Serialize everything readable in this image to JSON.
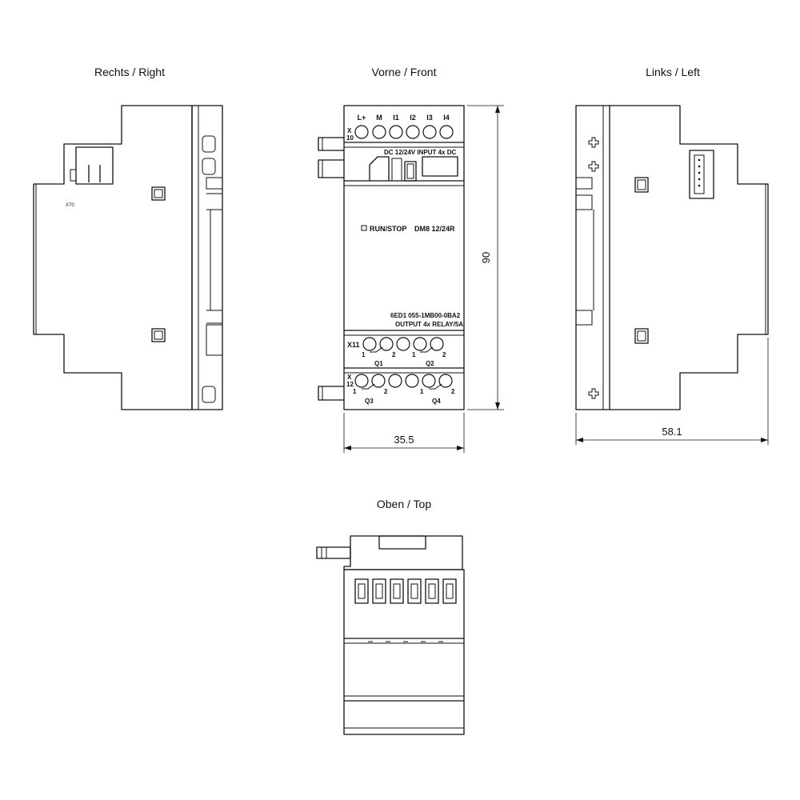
{
  "views": {
    "right": "Rechts / Right",
    "front": "Vorne / Front",
    "left": "Links / Left",
    "top": "Oben / Top"
  },
  "dimensions": {
    "height": "90",
    "width_front": "35.5",
    "depth": "58.1"
  },
  "front_panel": {
    "x10_label": "X\n10",
    "input_terminals": [
      "L+",
      "M",
      "I1",
      "I2",
      "I3",
      "I4"
    ],
    "input_spec": "DC 12/24V INPUT 4x DC",
    "run_stop": "RUN/STOP",
    "model": "DM8 12/24R",
    "order_number": "6ED1 055-1MB00-0BA2",
    "output_spec": "OUTPUT 4x RELAY/5A",
    "x11_label": "X11",
    "x12_label": "X\n12",
    "q1": "Q1",
    "q2": "Q2",
    "q3": "Q3",
    "q4": "Q4",
    "contact_1": "1",
    "contact_2": "2"
  },
  "right_view": {
    "connector_label": "X70"
  }
}
